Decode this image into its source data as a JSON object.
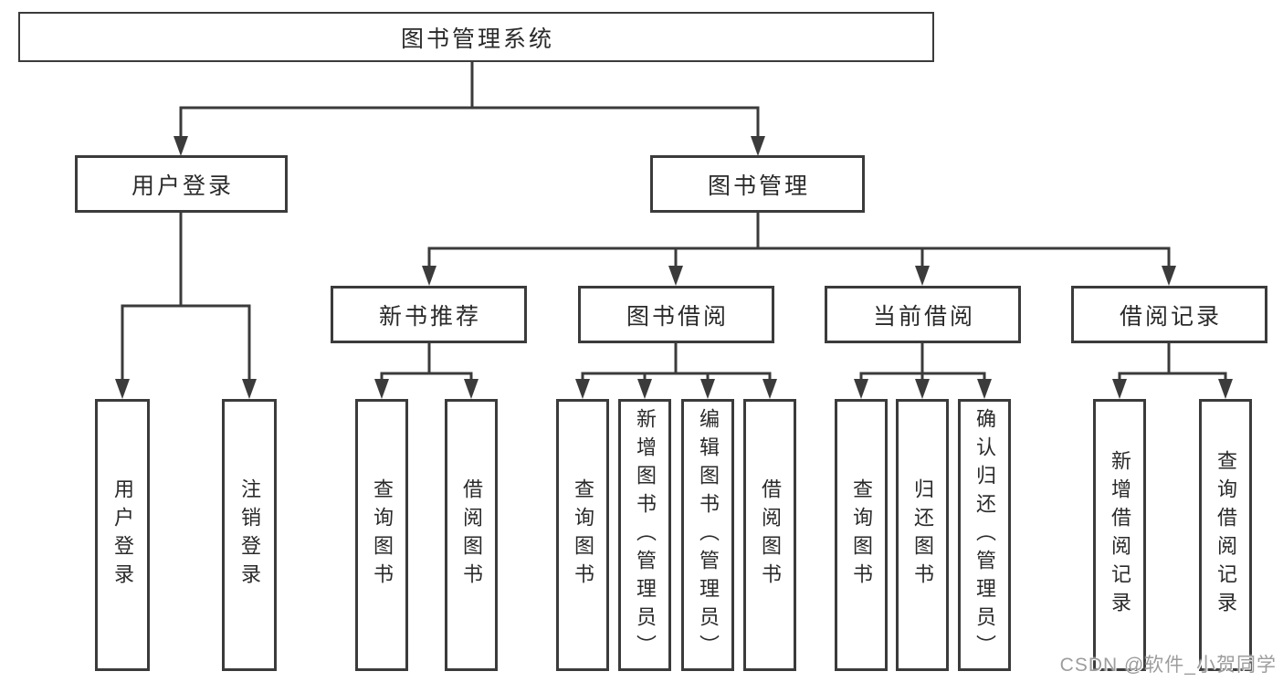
{
  "tree": {
    "label": "图书管理系统",
    "children": [
      {
        "label": "用户登录",
        "children": [
          {
            "label": "用户登录"
          },
          {
            "label": "注销登录"
          }
        ]
      },
      {
        "label": "图书管理",
        "children": [
          {
            "label": "新书推荐",
            "children": [
              {
                "label": "查询图书"
              },
              {
                "label": "借阅图书"
              }
            ]
          },
          {
            "label": "图书借阅",
            "children": [
              {
                "label": "查询图书"
              },
              {
                "label": "新增图书（管理员）"
              },
              {
                "label": "编辑图书（管理员）"
              },
              {
                "label": "借阅图书"
              }
            ]
          },
          {
            "label": "当前借阅",
            "children": [
              {
                "label": "查询图书"
              },
              {
                "label": "归还图书"
              },
              {
                "label": "确认归还（管理员）"
              }
            ]
          },
          {
            "label": "借阅记录",
            "children": [
              {
                "label": "新增借阅记录"
              },
              {
                "label": "查询借阅记录"
              }
            ]
          }
        ]
      }
    ]
  },
  "watermark": "CSDN @软件_小贺同学",
  "colors": {
    "line": "#3b3b3b",
    "text": "#2a2a2a",
    "background": "#ffffff",
    "watermark": "#9d9d9d"
  }
}
